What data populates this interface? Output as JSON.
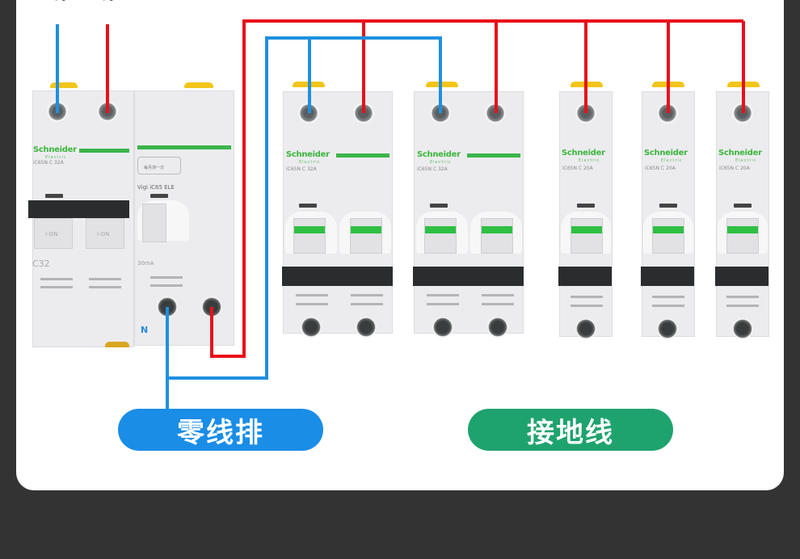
{
  "diagram": {
    "top_labels": [
      {
        "text": "线",
        "wire": "neutral"
      },
      {
        "text": "线",
        "wire": "live"
      }
    ],
    "colors": {
      "neutral_wire": "#1e90e0",
      "live_wire": "#e8101a",
      "neutral_label_bg": "#1a8de6",
      "ground_label_bg": "#1fa36e",
      "brand_green": "#3db53d",
      "page_background": "#333333",
      "card_background": "#ffffff"
    },
    "main_breaker": {
      "brand": "Schneider",
      "brand_sub": "Electric",
      "model": "iC65N  C 32A",
      "handle_labels": [
        "I-ON",
        "I-ON"
      ],
      "curve": "C32"
    },
    "rcd_module": {
      "model": "Vigi iC65 ELE",
      "test_caption": "每月测一次",
      "sensitivity": "30mA",
      "neutral_marker": "N"
    },
    "breakers": [
      {
        "brand": "Schneider",
        "brand_sub": "Electric",
        "model": "iC65N  C 32A",
        "poles": 2
      },
      {
        "brand": "Schneider",
        "brand_sub": "Electric",
        "model": "iC65N  C 32A",
        "poles": 2
      },
      {
        "brand": "Schneider",
        "brand_sub": "Electric",
        "model": "iC65N  C 20A",
        "poles": 1
      },
      {
        "brand": "Schneider",
        "brand_sub": "Electric",
        "model": "iC65N  C 20A",
        "poles": 1
      },
      {
        "brand": "Schneider",
        "brand_sub": "Electric",
        "model": "iC65N  C 20A",
        "poles": 1
      }
    ],
    "labels": {
      "neutral_bar": "零线排",
      "ground_wire": "接地线"
    }
  }
}
